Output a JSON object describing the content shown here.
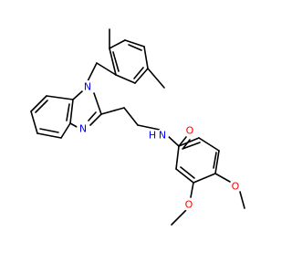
{
  "molecule": {
    "atom_labels": {
      "n_ring_substituted": "N",
      "n_ring_imine": "N",
      "n_amide": "N",
      "h_amide": "H",
      "o_carbonyl": "O",
      "o_methoxy_3": "O",
      "o_methoxy_4": "O"
    },
    "colors": {
      "bond": "#000000",
      "nitrogen": "#0000ff",
      "oxygen": "#ff0000",
      "background": "#ffffff"
    }
  }
}
